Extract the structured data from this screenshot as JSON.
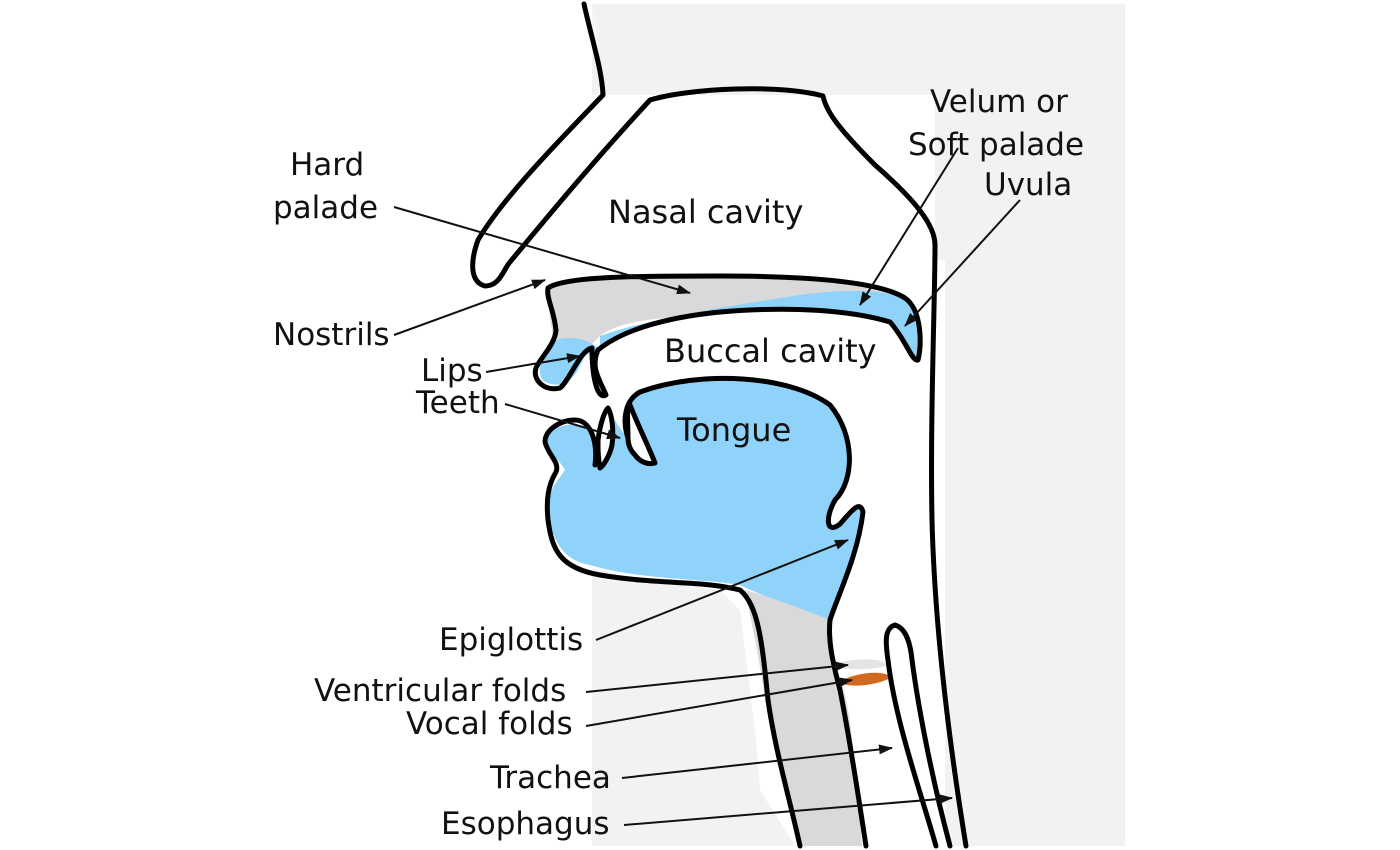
{
  "diagram": {
    "colors": {
      "background_panel": "#f2f2f2",
      "soft_tissue": "#8fd3fb",
      "bone_cartilage": "#d9d9d9",
      "vocal_folds": "#d2691e",
      "outline": "#000000"
    },
    "regions": {
      "nasal_cavity": "Nasal cavity",
      "buccal_cavity": "Buccal cavity",
      "tongue": "Tongue"
    },
    "labels": {
      "hard_palate": [
        "Hard",
        "palade"
      ],
      "velum": [
        "Velum or",
        "Soft palade"
      ],
      "uvula": "Uvula",
      "nostrils": "Nostrils",
      "lips": "Lips",
      "teeth": "Teeth",
      "epiglottis": "Epiglottis",
      "ventricular_folds": "Ventricular folds",
      "vocal_folds": "Vocal folds",
      "trachea": "Trachea",
      "esophagus": "Esophagus"
    }
  }
}
